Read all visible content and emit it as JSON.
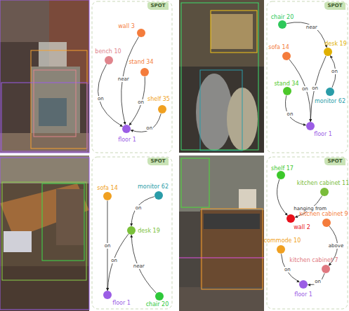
{
  "diagram": {
    "nodes": [
      {
        "text": [
          "wall 3"
        ]
      },
      {
        "text": [
          "bench 10"
        ]
      },
      {
        "text": [
          "stand 34"
        ]
      },
      {
        "text": [
          "shelf 35"
        ]
      },
      {
        "text": [
          "floor 1"
        ]
      },
      {
        "text": [
          "chair 20"
        ]
      },
      {
        "text": [
          "sofa 14"
        ]
      },
      {
        "text": [
          "desk 19"
        ]
      },
      {
        "text": [
          "stand 34"
        ]
      },
      {
        "text": [
          "monitor 62"
        ]
      },
      {
        "text": [
          "floor 1"
        ]
      },
      {
        "text": [
          "sofa 14"
        ]
      },
      {
        "text": [
          "monitor 62"
        ]
      },
      {
        "text": [
          "desk 19"
        ]
      },
      {
        "text": [
          "chair 20"
        ]
      },
      {
        "text": [
          "floor 1"
        ]
      },
      {
        "text": [
          "shelf 17"
        ]
      },
      {
        "text": [
          "kitchen cabinet 11"
        ]
      },
      {
        "text": [
          "wall 2"
        ]
      },
      {
        "text": [
          "kitchen cabinet 9"
        ]
      },
      {
        "text": [
          "kitchen cabinet 7"
        ]
      },
      {
        "text": [
          "commode 10"
        ]
      },
      {
        "text": [
          "floor 1"
        ]
      }
    ],
    "edges": [
      {
        "from": 1,
        "to": 4,
        "arrow": "to",
        "label": "on"
      },
      {
        "from": 0,
        "to": 4,
        "arrow": "to",
        "label": "near"
      },
      {
        "from": 2,
        "to": 4,
        "arrow": "to",
        "label": "on"
      },
      {
        "from": 3,
        "to": 4,
        "arrow": "to",
        "label": "on"
      },
      {
        "from": 5,
        "to": 7,
        "arrow": "to",
        "label": "near"
      },
      {
        "from": 6,
        "to": 10,
        "arrow": "to",
        "label": "on"
      },
      {
        "from": 7,
        "to": 10,
        "arrow": "to",
        "label": "on"
      },
      {
        "from": 9,
        "to": 7,
        "arrow": "to",
        "label": "on"
      },
      {
        "from": 8,
        "to": 10,
        "arrow": "to",
        "label": "on"
      },
      {
        "from": 11,
        "to": 15,
        "arrow": "to",
        "label": "on"
      },
      {
        "from": 12,
        "to": 13,
        "arrow": "to",
        "label": "on"
      },
      {
        "from": 13,
        "to": 15,
        "arrow": "to",
        "label": "on"
      },
      {
        "from": 14,
        "to": 13,
        "arrow": "to",
        "label": "near"
      },
      {
        "from": 16,
        "to": 18,
        "arrow": "to"
      },
      {
        "from": 17,
        "to": 18,
        "arrow": "to",
        "label": "hanging from"
      },
      {
        "from": 19,
        "to": 20,
        "arrow": "to",
        "label": "above"
      },
      {
        "from": 21,
        "to": 22,
        "arrow": "to",
        "label": "on"
      },
      {
        "from": 20,
        "to": 22,
        "arrow": "to",
        "label": "on"
      }
    ],
    "labels": [
      "SPOT",
      "SPOT",
      "SPOT",
      "SPOT"
    ]
  }
}
